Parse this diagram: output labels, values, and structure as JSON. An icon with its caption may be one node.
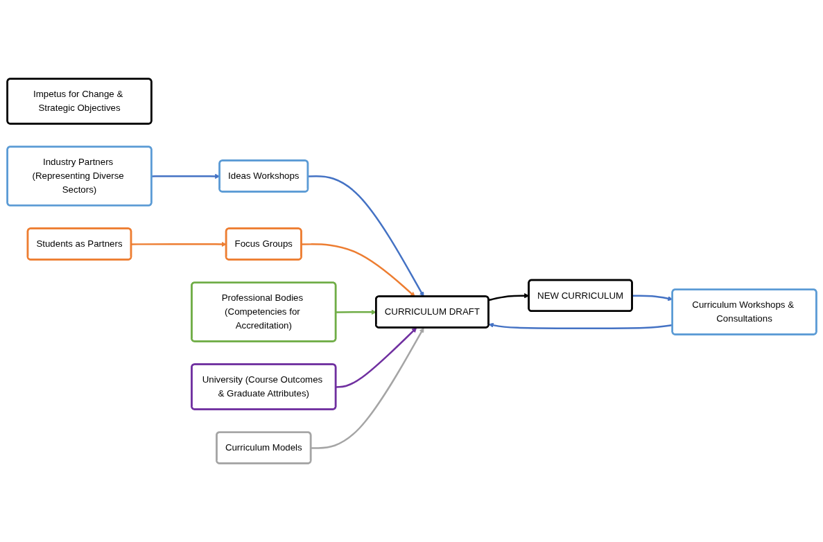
{
  "diagram": {
    "nodes": [
      {
        "text": [
          "Impetus for Change & Strategic Objectives"
        ]
      },
      {
        "text": [
          "Industry Partners (Representing Diverse Sectors)"
        ]
      },
      {
        "text": [
          "Ideas Workshops"
        ]
      },
      {
        "text": [
          "Curriculum Workshops & Consultations"
        ]
      },
      {
        "text": [
          "Students as Partners"
        ]
      },
      {
        "text": [
          "Focus Groups"
        ]
      },
      {
        "text": [
          "CURRICULUM DRAFT"
        ]
      },
      {
        "text": [
          "NEW CURRICULUM"
        ]
      },
      {
        "text": [
          "Professional Bodies (Competencies for Accreditation)"
        ]
      },
      {
        "text": [
          "University (Course Outcomes & Graduate Attributes)"
        ]
      },
      {
        "text": [
          "Curriculum Models"
        ]
      }
    ],
    "edges": [
      {
        "from": 1,
        "to": 2,
        "arrow": "to"
      },
      {
        "from": 2,
        "to": 6,
        "arrow": "to"
      },
      {
        "from": 4,
        "to": 5,
        "arrow": "to",
        "color": "#ed7d31"
      },
      {
        "from": 5,
        "to": 6,
        "arrow": "to",
        "color": "#ed7d31"
      },
      {
        "from": 8,
        "to": 6,
        "arrow": "to",
        "color": "#70ad47"
      },
      {
        "from": 9,
        "to": 6,
        "arrow": "to",
        "color": "#7030a0"
      },
      {
        "from": 10,
        "to": 6,
        "arrow": "to",
        "color": "#a5a5a5"
      },
      {
        "from": 6,
        "to": 7,
        "arrow": "to",
        "color": "#000000"
      },
      {
        "from": 7,
        "to": 3,
        "arrow": "to"
      },
      {
        "from": 3,
        "to": 6,
        "arrow": "to"
      }
    ]
  }
}
